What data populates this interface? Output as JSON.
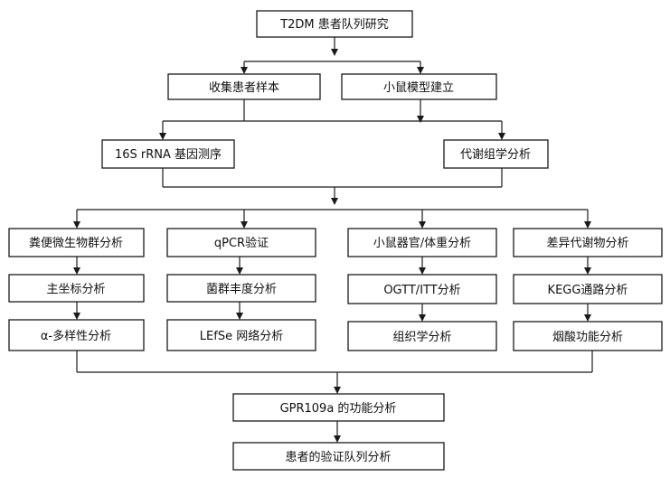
{
  "colors": {
    "box_border": "#1a1a1a",
    "box_fill": "#ffffff",
    "text": "#111111",
    "line": "#1a1a1a"
  },
  "nodes": {
    "root": "T2DM 患者队列研究",
    "collect_samples": "收集患者样本",
    "mouse_model": "小鼠模型建立",
    "rrna_seq": "16S rRNA 基因测序",
    "metabolomics": "代谢组学分析",
    "fecal_microbiota": "粪便微生物群分析",
    "qpcr": "qPCR验证",
    "organ_weight": "小鼠器官/体重分析",
    "diff_metabolite": "差异代谢物分析",
    "pcoa": "主坐标分析",
    "abundance": "菌群丰度分析",
    "ogtt_itt": "OGTT/ITT分析",
    "kegg": "KEGG通路分析",
    "alpha_diversity": "α-多样性分析",
    "lefse": "LEfSe 网络分析",
    "histology": "组织学分析",
    "niacin": "烟酸功能分析",
    "gpr109a": "GPR109a 的功能分析",
    "validation": "患者的验证队列分析"
  }
}
